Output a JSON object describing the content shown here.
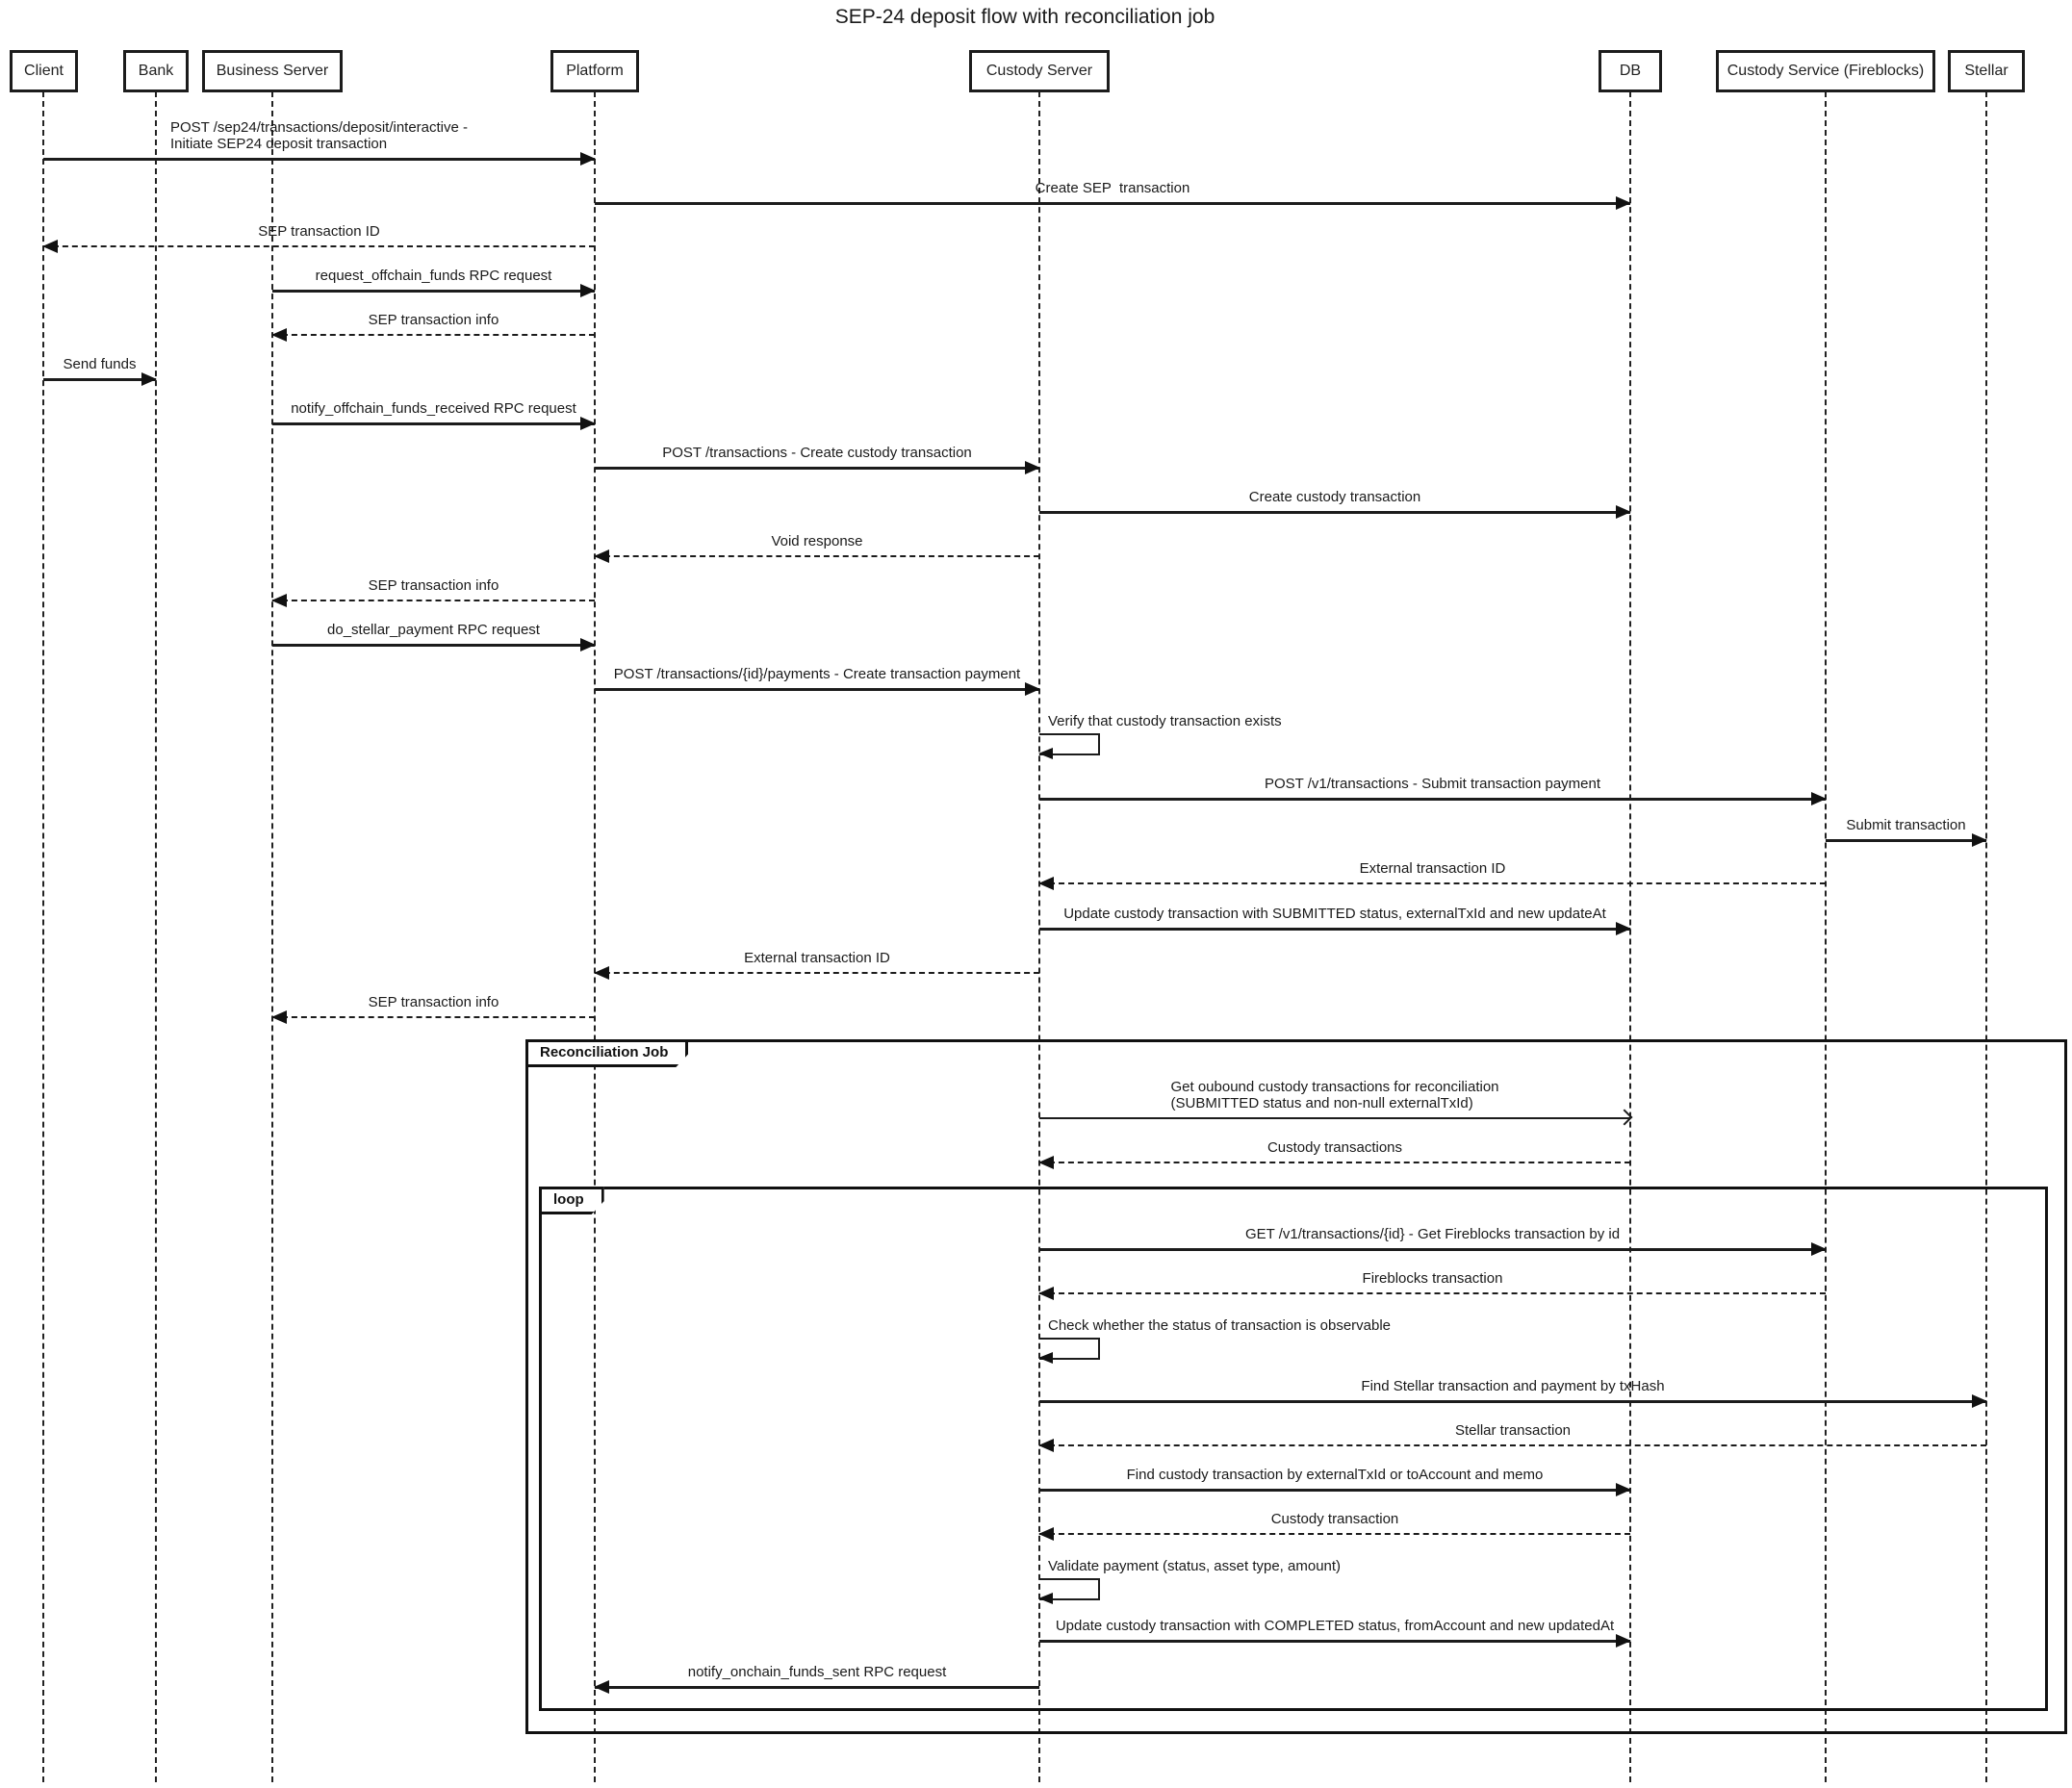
{
  "diagram_type": "sequence-diagram",
  "title": "SEP-24 deposit flow with reconciliation job",
  "colors": {
    "stroke": "#1c1c1c",
    "background": "#ffffff",
    "text": "#1a1a1a"
  },
  "actors": [
    {
      "id": "client",
      "label": "Client"
    },
    {
      "id": "bank",
      "label": "Bank"
    },
    {
      "id": "business-server",
      "label": "Business Server"
    },
    {
      "id": "platform",
      "label": "Platform"
    },
    {
      "id": "custody-server",
      "label": "Custody Server"
    },
    {
      "id": "db",
      "label": "DB"
    },
    {
      "id": "custody-service",
      "label": "Custody Service (Fireblocks)"
    },
    {
      "id": "stellar",
      "label": "Stellar"
    }
  ],
  "frames": [
    {
      "label": "Reconciliation Job"
    },
    {
      "label": "loop"
    }
  ],
  "messages": [
    {
      "from": "Client",
      "to": "Platform",
      "style": "solid",
      "lines": [
        "POST /sep24/transactions/deposit/interactive -",
        "Initiate SEP24 deposit transaction"
      ]
    },
    {
      "from": "Platform",
      "to": "DB",
      "style": "solid",
      "label": "Create SEP  transaction"
    },
    {
      "from": "Platform",
      "to": "Client",
      "style": "dashed",
      "label": "SEP transaction ID"
    },
    {
      "from": "Business Server",
      "to": "Platform",
      "style": "solid",
      "label": "request_offchain_funds RPC request"
    },
    {
      "from": "Platform",
      "to": "Business Server",
      "style": "dashed",
      "label": "SEP transaction info"
    },
    {
      "from": "Client",
      "to": "Bank",
      "style": "solid",
      "label": "Send funds"
    },
    {
      "from": "Business Server",
      "to": "Platform",
      "style": "solid",
      "label": "notify_offchain_funds_received RPC request"
    },
    {
      "from": "Platform",
      "to": "Custody Server",
      "style": "solid",
      "label": "POST /transactions - Create custody transaction"
    },
    {
      "from": "Custody Server",
      "to": "DB",
      "style": "solid",
      "label": "Create custody transaction"
    },
    {
      "from": "Custody Server",
      "to": "Platform",
      "style": "dashed",
      "label": "Void response"
    },
    {
      "from": "Platform",
      "to": "Business Server",
      "style": "dashed",
      "label": "SEP transaction info"
    },
    {
      "from": "Business Server",
      "to": "Platform",
      "style": "solid",
      "label": "do_stellar_payment RPC request"
    },
    {
      "from": "Platform",
      "to": "Custody Server",
      "style": "solid",
      "label": "POST /transactions/{id}/payments - Create transaction payment"
    },
    {
      "from": "Custody Server",
      "to": "Custody Server",
      "style": "self",
      "label": "Verify that custody transaction exists"
    },
    {
      "from": "Custody Server",
      "to": "Custody Service (Fireblocks)",
      "style": "solid",
      "label": "POST /v1/transactions - Submit transaction payment"
    },
    {
      "from": "Custody Service (Fireblocks)",
      "to": "Stellar",
      "style": "solid",
      "label": "Submit transaction"
    },
    {
      "from": "Custody Service (Fireblocks)",
      "to": "Custody Server",
      "style": "dashed",
      "label": "External transaction ID"
    },
    {
      "from": "Custody Server",
      "to": "DB",
      "style": "solid",
      "label": "Update custody transaction with SUBMITTED status, externalTxId and new updateAt"
    },
    {
      "from": "Custody Server",
      "to": "Platform",
      "style": "dashed",
      "label": "External transaction ID"
    },
    {
      "from": "Platform",
      "to": "Business Server",
      "style": "dashed",
      "label": "SEP transaction info"
    },
    {
      "from": "Custody Server",
      "to": "DB",
      "style": "solid-open",
      "lines": [
        "Get oubound custody transactions for reconciliation",
        "(SUBMITTED status and non-null externalTxId)"
      ]
    },
    {
      "from": "DB",
      "to": "Custody Server",
      "style": "dashed",
      "label": "Custody transactions"
    },
    {
      "from": "Custody Server",
      "to": "Custody Service (Fireblocks)",
      "style": "solid",
      "label": "GET /v1/transactions/{id} - Get Fireblocks transaction by id"
    },
    {
      "from": "Custody Service (Fireblocks)",
      "to": "Custody Server",
      "style": "dashed",
      "label": "Fireblocks transaction"
    },
    {
      "from": "Custody Server",
      "to": "Custody Server",
      "style": "self",
      "label": "Check whether the status of transaction is observable"
    },
    {
      "from": "Custody Server",
      "to": "Stellar",
      "style": "solid",
      "label": "Find Stellar transaction and payment by txHash"
    },
    {
      "from": "Stellar",
      "to": "Custody Server",
      "style": "dashed",
      "label": "Stellar transaction"
    },
    {
      "from": "Custody Server",
      "to": "DB",
      "style": "solid",
      "label": "Find custody transaction by externalTxId or toAccount and memo"
    },
    {
      "from": "DB",
      "to": "Custody Server",
      "style": "dashed",
      "label": "Custody transaction"
    },
    {
      "from": "Custody Server",
      "to": "Custody Server",
      "style": "self",
      "label": "Validate payment (status, asset type, amount)"
    },
    {
      "from": "Custody Server",
      "to": "DB",
      "style": "solid",
      "label": "Update custody transaction with COMPLETED status, fromAccount and new updatedAt"
    },
    {
      "from": "Custody Server",
      "to": "Platform",
      "style": "solid",
      "label": "notify_onchain_funds_sent RPC request"
    }
  ]
}
